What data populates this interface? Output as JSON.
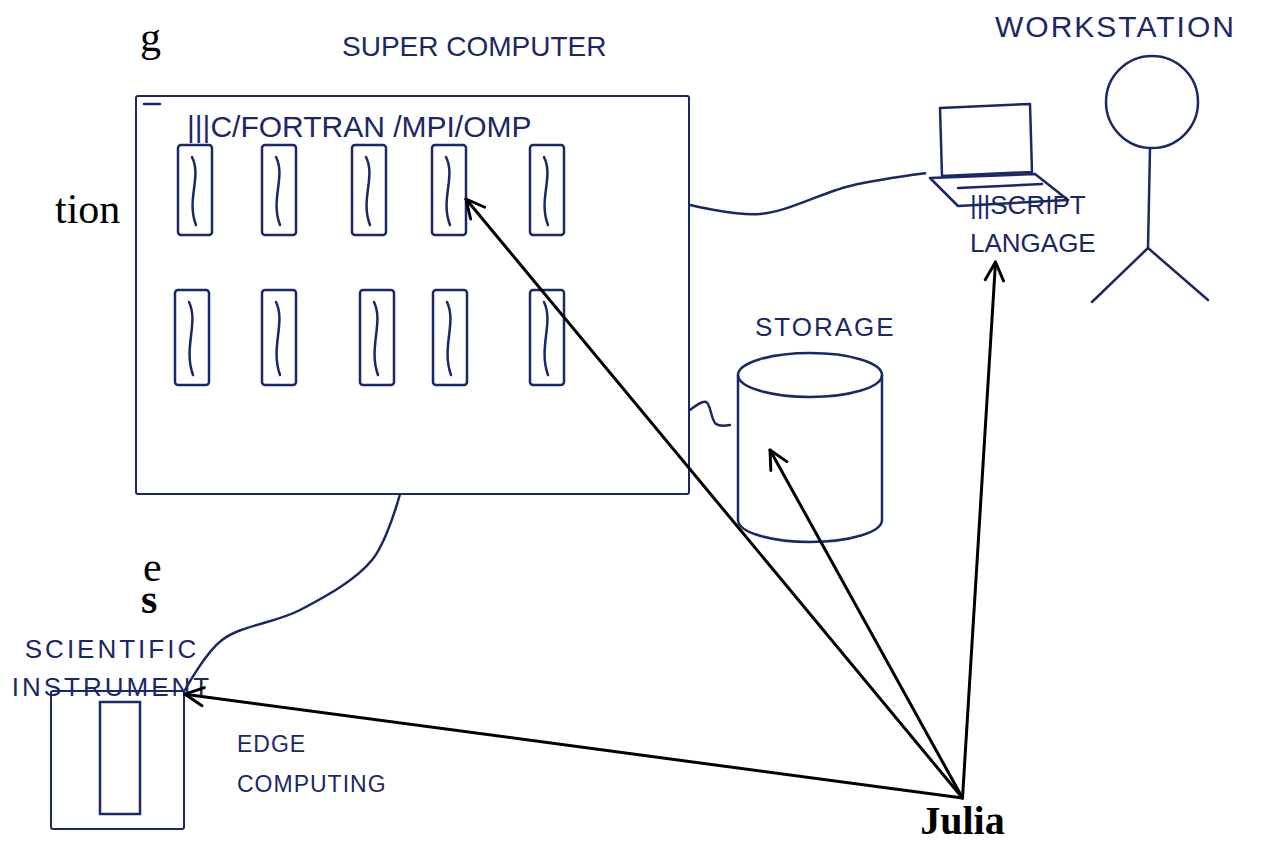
{
  "diagram": {
    "nodes": [
      {
        "text": [
          "SUPER COMPUTER",
          "|||C/FORTRAN /MPI/OMP"
        ]
      },
      {
        "text": [
          "WORKSTATION",
          "|||SCRIPT LANGAGE"
        ]
      },
      {
        "text": [
          "STORAGE"
        ]
      },
      {
        "text": [
          "SCIENTIFIC INSTRUMENT",
          "EDGE COMPUTING"
        ]
      },
      {
        "text": [
          "Julia"
        ]
      }
    ],
    "edges": [
      {
        "from": 0,
        "to": 1,
        "arrow": "none"
      },
      {
        "from": 0,
        "to": 2,
        "arrow": "none"
      },
      {
        "from": 0,
        "to": 3,
        "arrow": "none"
      },
      {
        "from": 4,
        "to": 0,
        "arrow": "to"
      },
      {
        "from": 4,
        "to": 2,
        "arrow": "to"
      },
      {
        "from": 4,
        "to": 1,
        "arrow": "to"
      },
      {
        "from": 4,
        "to": 3,
        "arrow": "to"
      }
    ],
    "labels": [
      "g",
      "tion",
      "e",
      "s"
    ]
  }
}
